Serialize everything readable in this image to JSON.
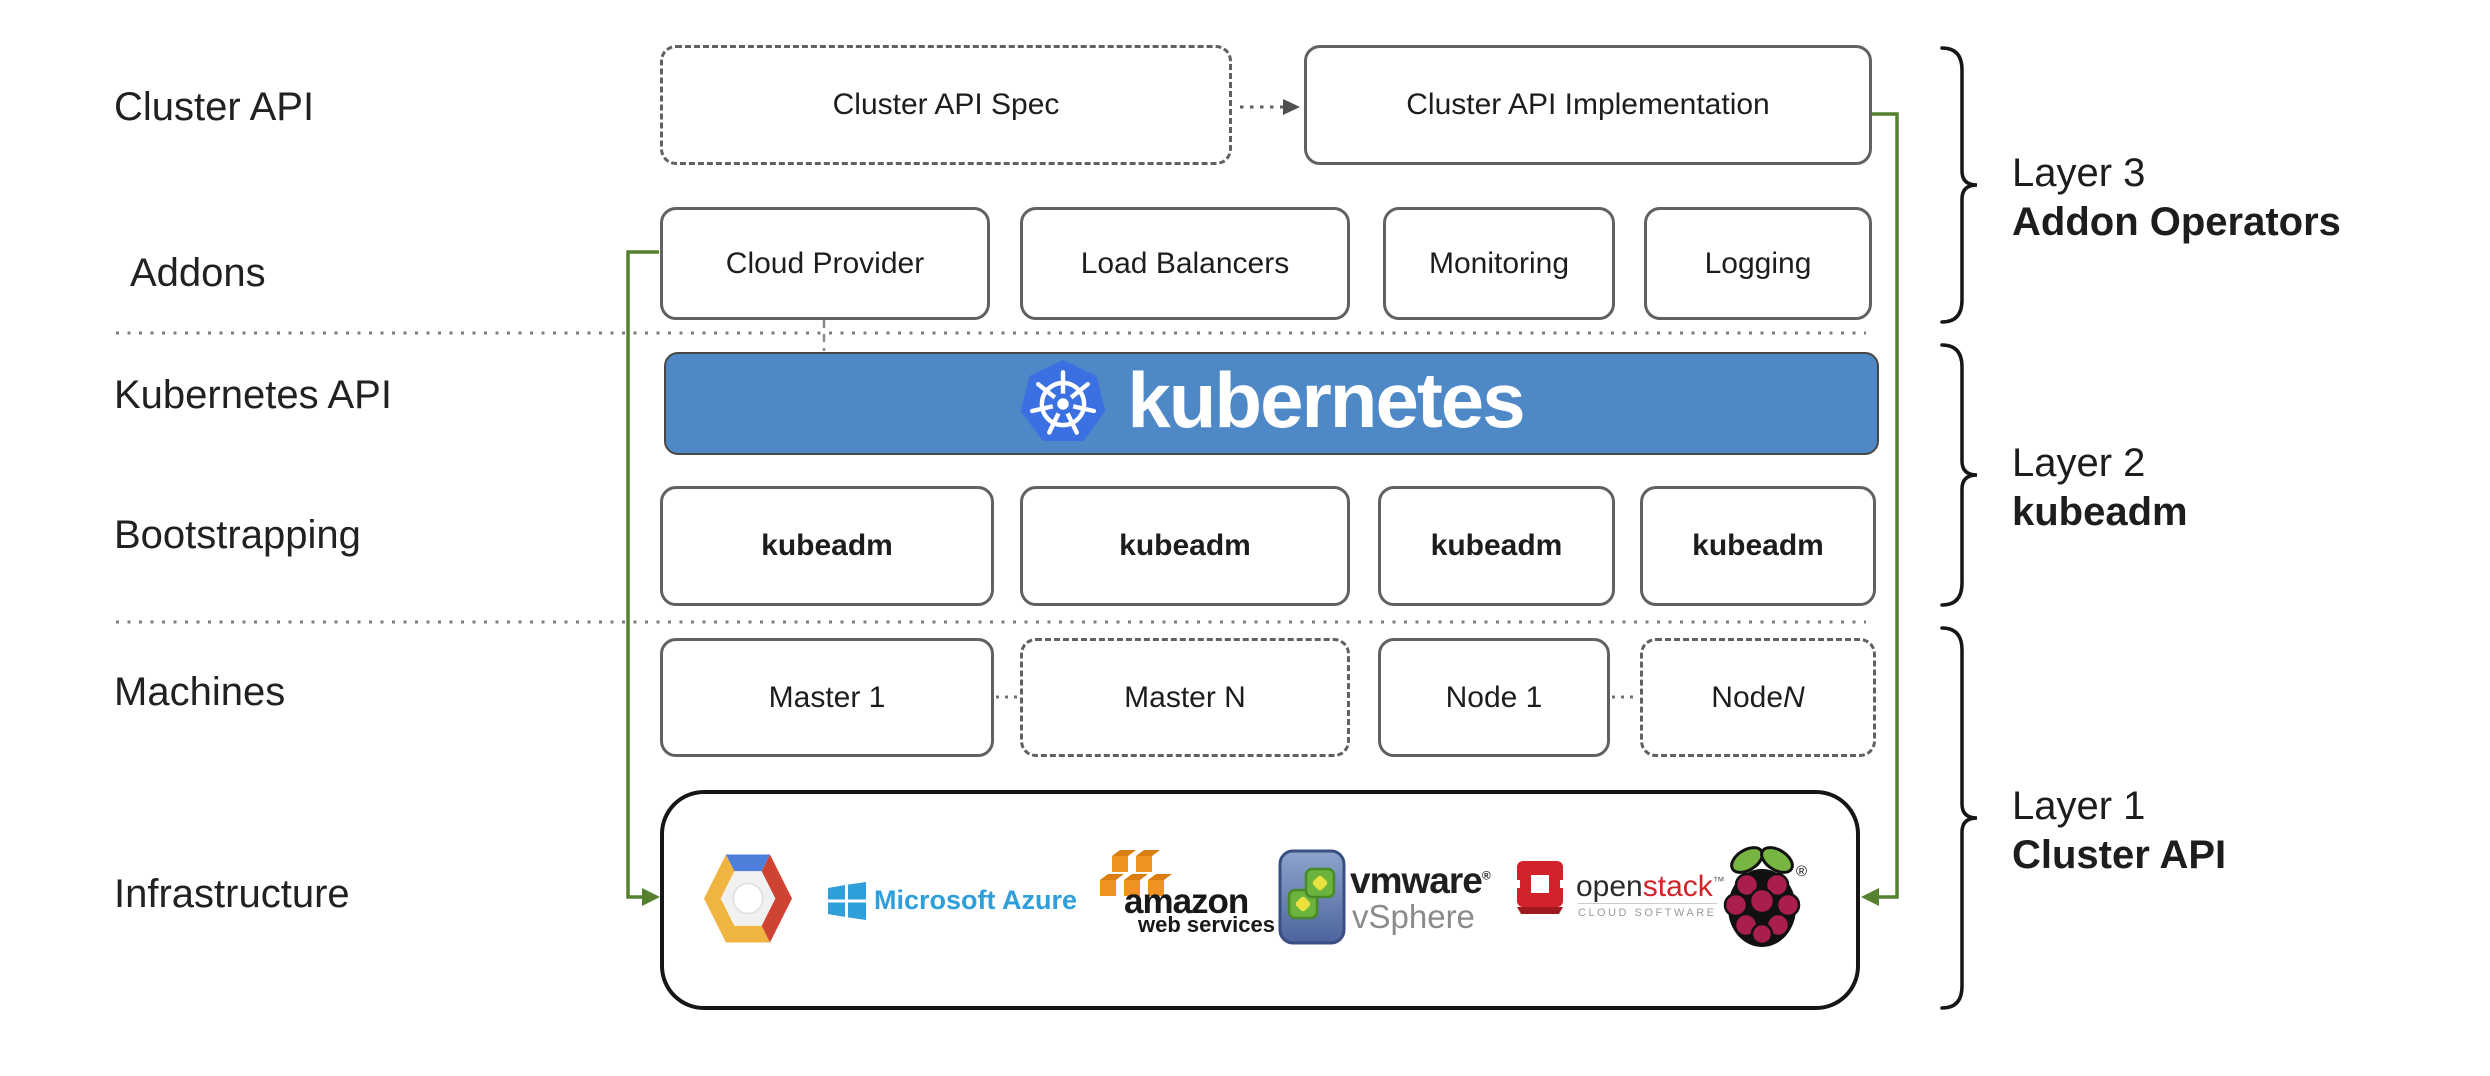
{
  "colors": {
    "green": "#54802f",
    "banner_bg": "#4f88c7",
    "banner_border": "#474747",
    "k8s_blue": "#3a70e2",
    "box_border": "#616161",
    "infra_border": "#161616",
    "dotted": "#7d7d7d",
    "dark": "#161616",
    "azure_blue": "#2f9fd9",
    "aws_orange": "#ef9221",
    "aws_orange_dark": "#d87f10",
    "openstack_red": "#d2232a",
    "openstack_dark_red": "#9e1a1f",
    "raspberry_red": "#a91e4c",
    "leaf_green": "#78b643",
    "gcp_blue": "#4d7fdb",
    "gcp_red": "#cf4332",
    "gcp_yellow": "#f0b441",
    "vmware_frame_light": "#8ea4cd",
    "vmware_frame_dark": "#4c649c",
    "vmware_green": "#6cb33e",
    "vmware_yellow": "#e9e13f",
    "vsphere_gray": "#8b8b8b"
  },
  "row_labels": {
    "cluster_api": "Cluster API",
    "addons": "Addons",
    "kubernetes_api": "Kubernetes API",
    "bootstrapping": "Bootstrapping",
    "machines": "Machines",
    "infrastructure": "Infrastructure"
  },
  "top_row": {
    "spec": "Cluster API Spec",
    "implementation": "Cluster API Implementation"
  },
  "addons_row": [
    "Cloud Provider",
    "Load Balancers",
    "Monitoring",
    "Logging"
  ],
  "banner": {
    "brand": "kubernetes"
  },
  "bootstrapping_row": [
    "kubeadm",
    "kubeadm",
    "kubeadm",
    "kubeadm"
  ],
  "machines_row": {
    "master1": "Master 1",
    "masterN": "Master N",
    "node1": "Node 1",
    "nodeN_prefix": "Node ",
    "nodeN_suffix": "N"
  },
  "infrastructure_logos": {
    "azure": {
      "label": "Microsoft Azure"
    },
    "aws": {
      "label": "amazon",
      "sublabel": "web services"
    },
    "vmware": {
      "label": "vmware",
      "reg": "®",
      "sublabel": "vSphere"
    },
    "openstack": {
      "label_open": "open",
      "label_stack": "stack",
      "tm": "™",
      "sublabel": "CLOUD SOFTWARE"
    },
    "raspberry_pi": {
      "reg": "®"
    }
  },
  "layers": {
    "layer3": {
      "line1": "Layer 3",
      "line2": "Addon Operators"
    },
    "layer2": {
      "line1": "Layer 2",
      "line2": "kubeadm"
    },
    "layer1": {
      "line1": "Layer 1",
      "line2": "Cluster API"
    }
  }
}
